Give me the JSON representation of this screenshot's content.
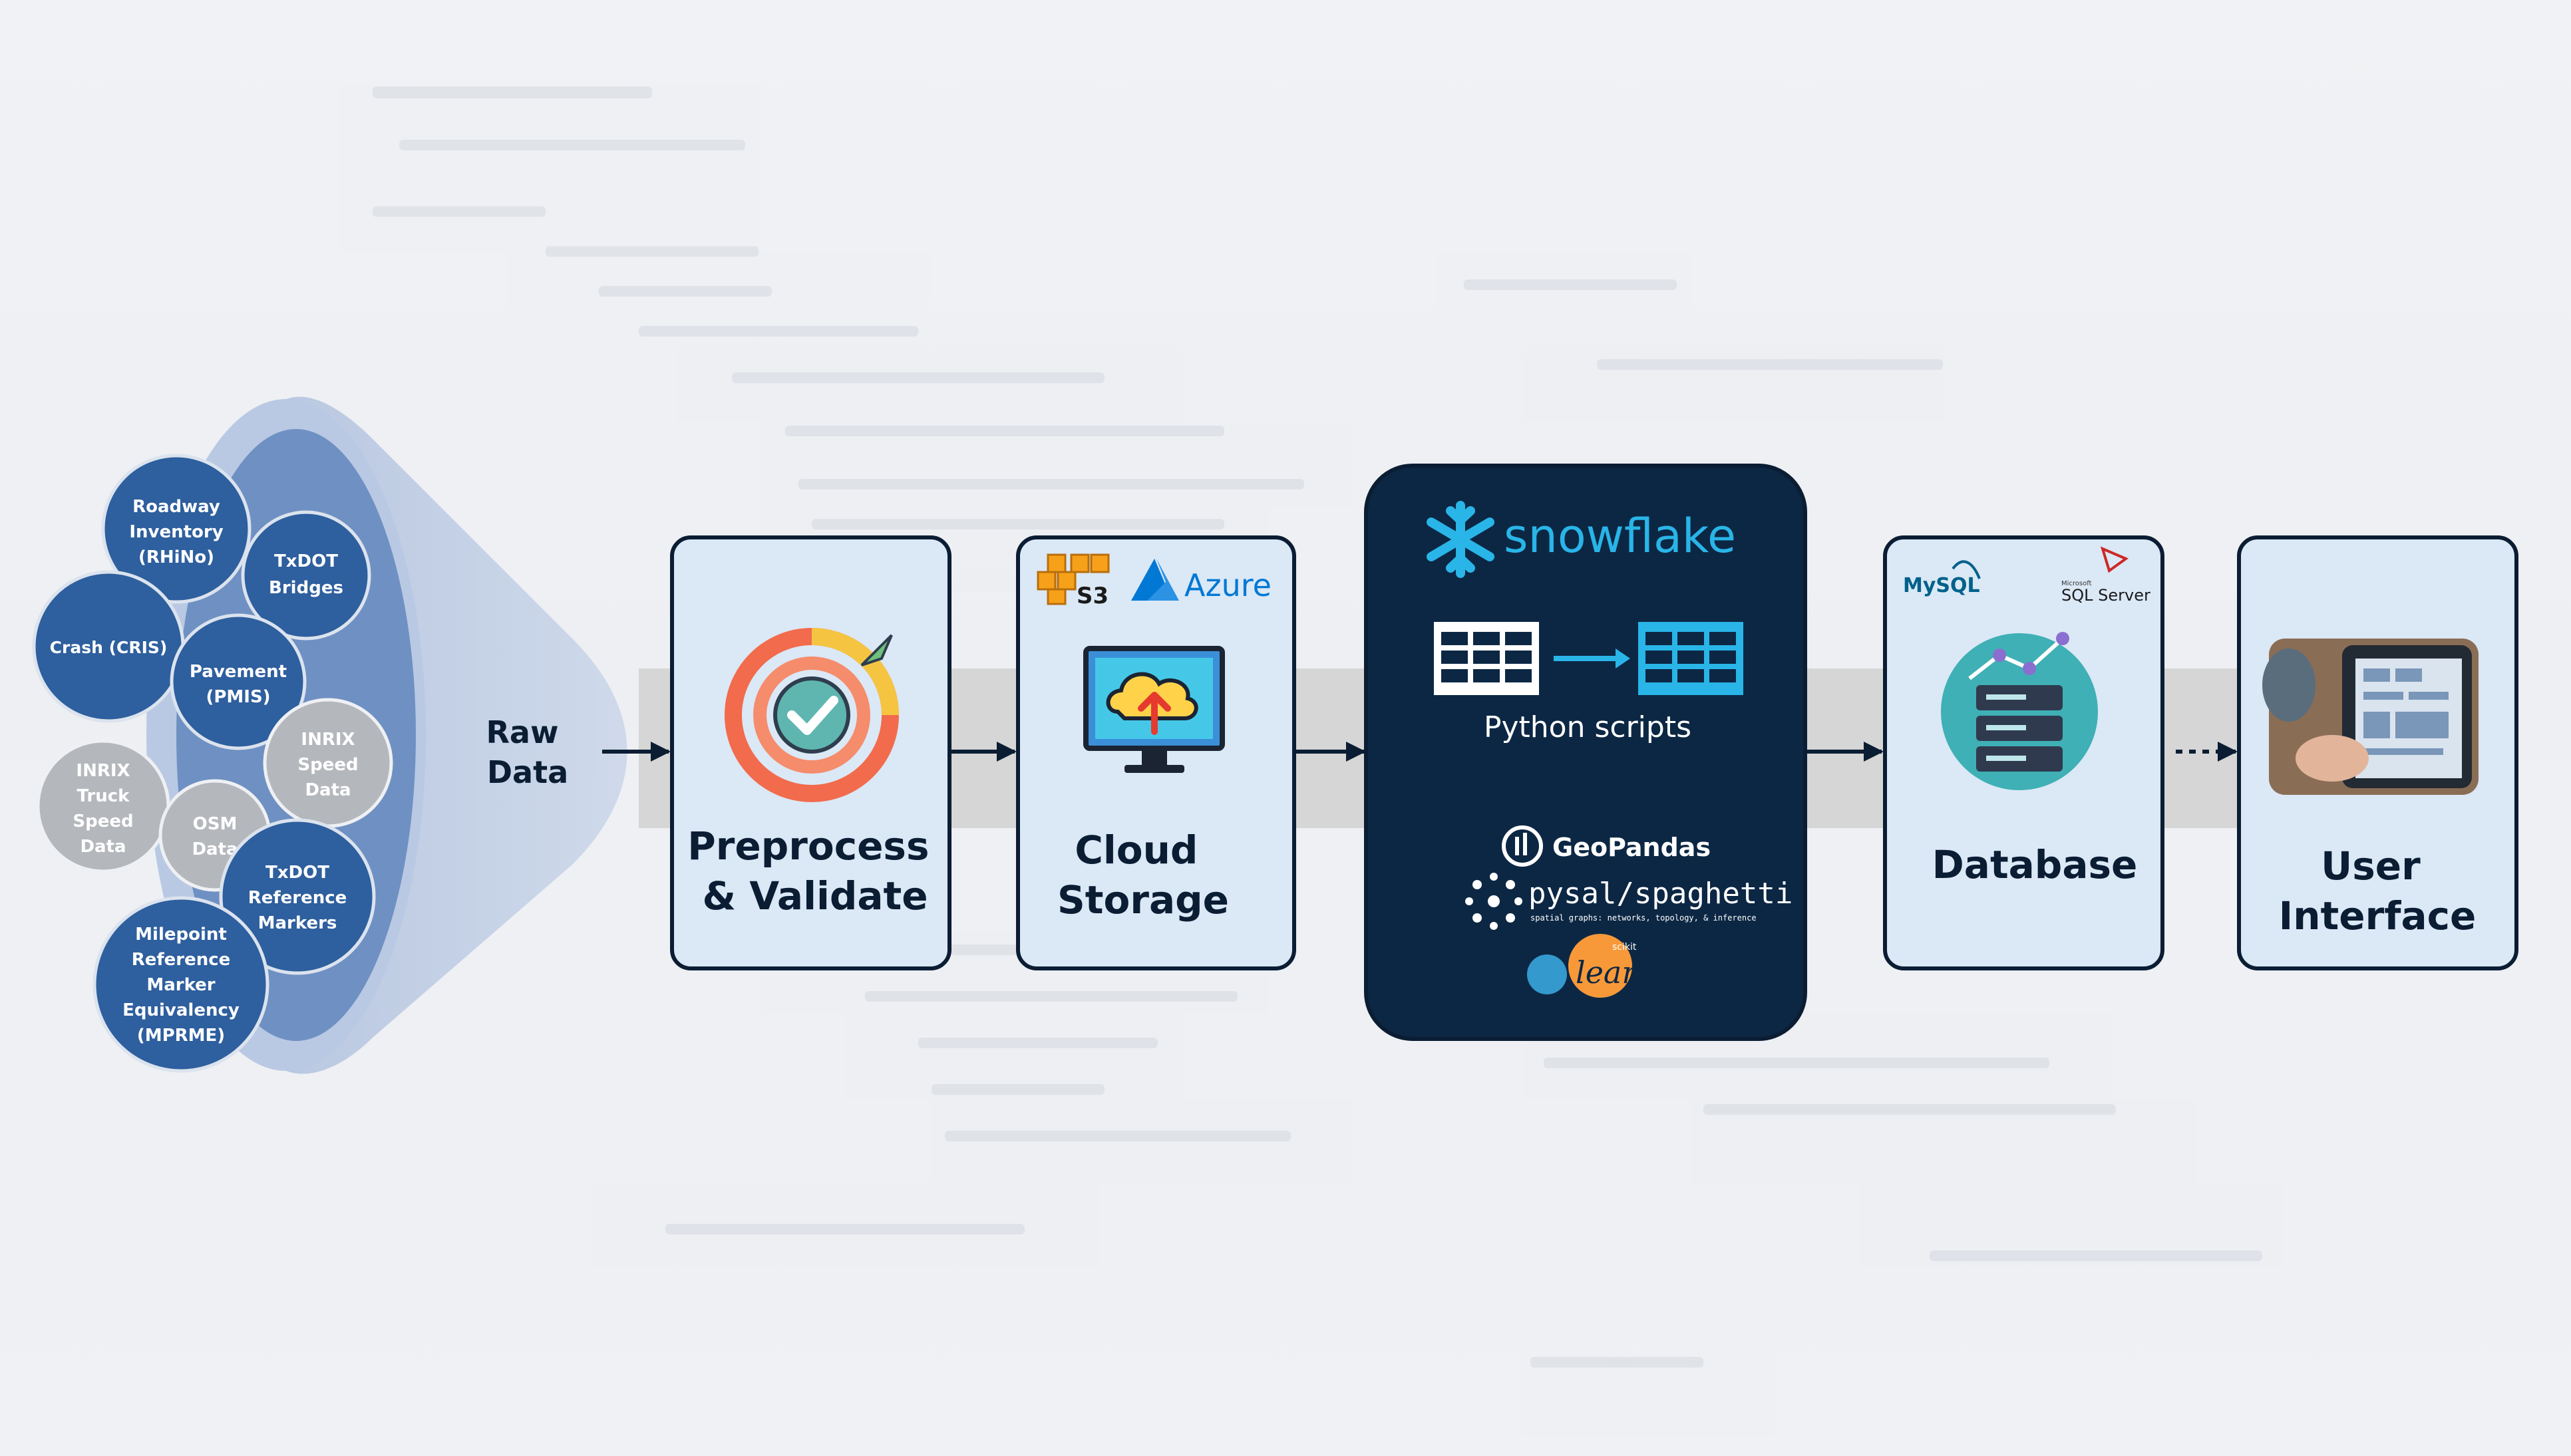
{
  "sources": [
    {
      "id": "rhino",
      "lines": [
        "Roadway",
        "Inventory",
        "(RHiNo)"
      ],
      "color": "#2e5f9e"
    },
    {
      "id": "bridges",
      "lines": [
        "TxDOT",
        "Bridges"
      ],
      "color": "#2e5f9e"
    },
    {
      "id": "cris",
      "lines": [
        "Crash (CRIS)"
      ],
      "color": "#2e5f9e"
    },
    {
      "id": "pmis",
      "lines": [
        "Pavement",
        "(PMIS)"
      ],
      "color": "#2e5f9e"
    },
    {
      "id": "inrix-speed",
      "lines": [
        "INRIX",
        "Speed",
        "Data"
      ],
      "color": "#b4b7bc"
    },
    {
      "id": "inrix-truck",
      "lines": [
        "INRIX",
        "Truck",
        "Speed",
        "Data"
      ],
      "color": "#b4b7bc"
    },
    {
      "id": "osm",
      "lines": [
        "OSM",
        "Data"
      ],
      "color": "#b4b7bc"
    },
    {
      "id": "markers",
      "lines": [
        "TxDOT",
        "Reference",
        "Markers"
      ],
      "color": "#2e5f9e"
    },
    {
      "id": "mprme",
      "lines": [
        "Milepoint",
        "Reference",
        "Marker",
        "Equivalency",
        "(MPRME)"
      ],
      "color": "#2e5f9e"
    }
  ],
  "raw_data_lines": [
    "Raw",
    "Data"
  ],
  "stages": {
    "preprocess": {
      "lines": [
        "Preprocess",
        "& Validate"
      ]
    },
    "cloud": {
      "lines": [
        "Cloud",
        "Storage"
      ],
      "s3_label": "S3",
      "azure_label": "Azure"
    },
    "snowflake": {
      "brand": "snowflake",
      "scripts_label": "Python scripts",
      "geopandas_label": "GeoPandas",
      "pysal_label": "pysal/spaghetti",
      "pysal_sub": "spatial graphs: networks, topology, & inference",
      "sklearn_small": "scikit",
      "sklearn_label": "learn"
    },
    "database": {
      "label": "Database",
      "mysql_label": "MySQL",
      "sqlserver_small": "Microsoft",
      "sqlserver_label": "SQL Server"
    },
    "ui": {
      "lines": [
        "User",
        "Interface"
      ]
    }
  },
  "colors": {
    "box_fill": "#dbe8f6",
    "box_stroke": "#0b1d33",
    "snowflake_fill": "#0c2744",
    "snowflake_blue": "#29b5e8",
    "band": "#d3d3d3",
    "funnel": "#c9d5e8",
    "funnel_inner": "#6f90c2"
  }
}
